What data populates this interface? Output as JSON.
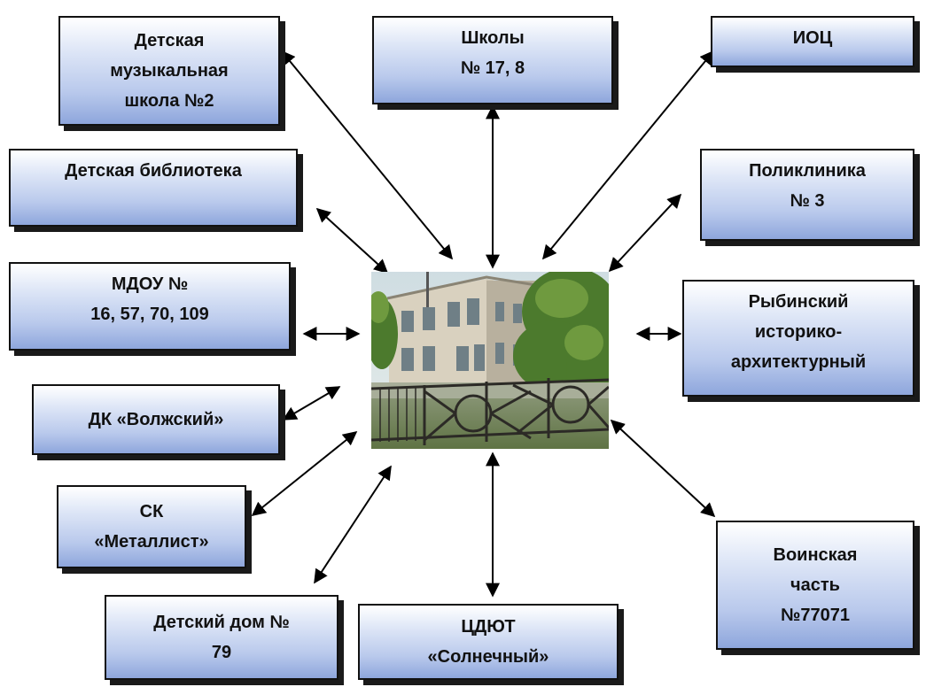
{
  "boxes": {
    "music_school": "Детская\nмузыкальная\nшкола №2",
    "schools": "Школы\n№ 17, 8",
    "ioc": "ИОЦ",
    "library": "Детская библиотека",
    "polyclinic": "Поликлиника\n№ 3",
    "mdou": "МДОУ  №\n16, 57, 70, 109",
    "museum": "Рыбинский\nисторико-\nархитектурный",
    "dk_volzhsky": "ДК «Волжский»",
    "sk_metallist": "СК\n«Металлист»",
    "military_unit": "Воинская\nчасть\n№77071",
    "orphanage": "Детский дом №\n79",
    "cdyut": "ЦДЮТ\n«Солнечный»"
  },
  "colors": {
    "box_gradient_top": "#ffffff",
    "box_gradient_bottom": "#8ea6dc",
    "arrow": "#000000"
  },
  "center_image": "school-building-photo"
}
